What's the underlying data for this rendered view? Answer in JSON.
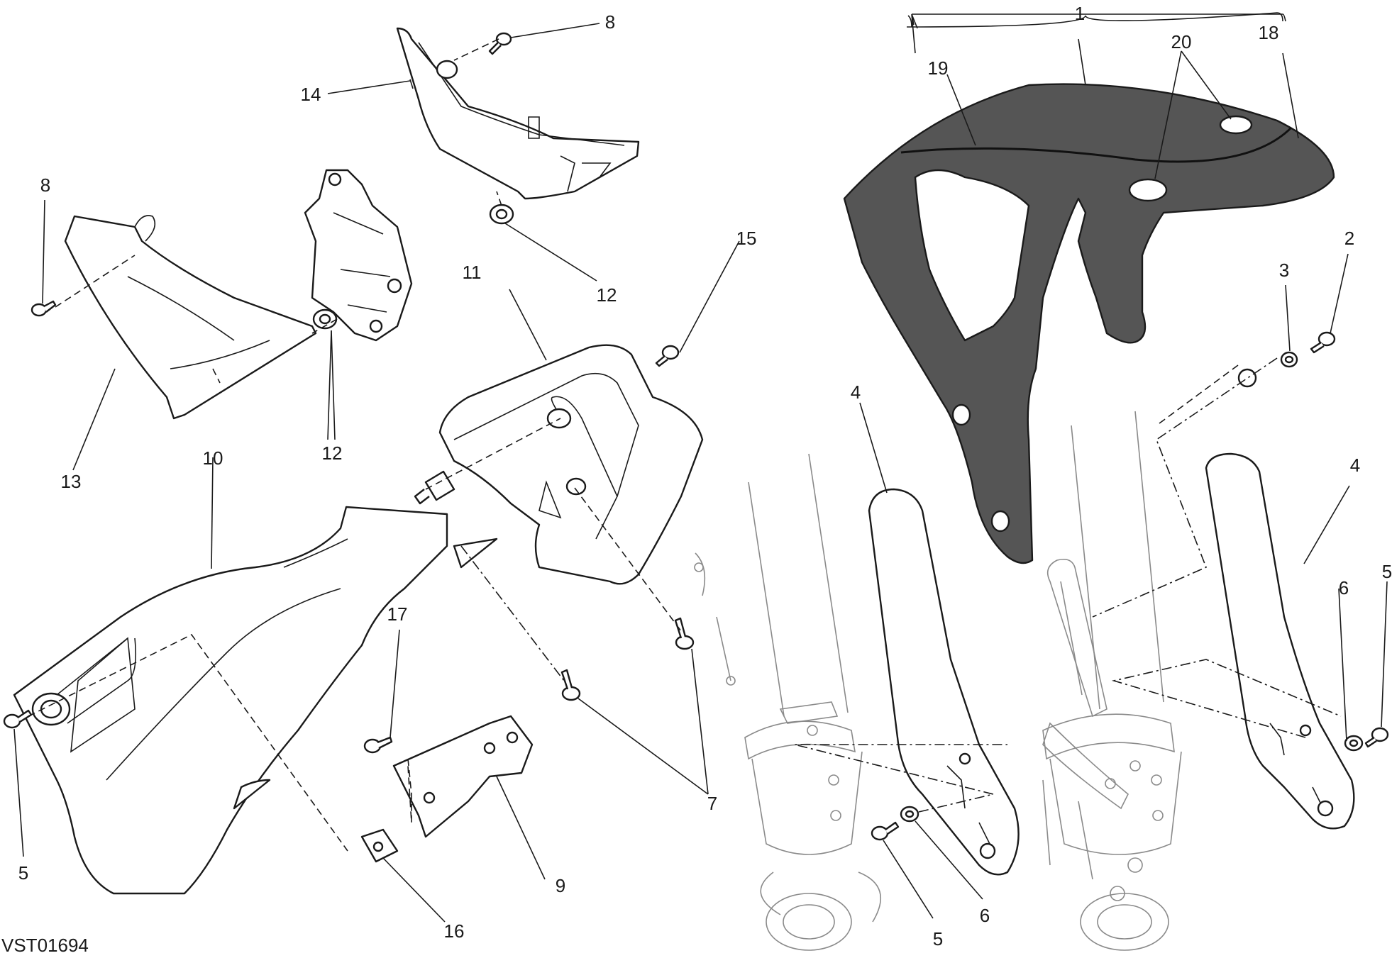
{
  "drawing_code": "VST01694",
  "callouts": {
    "c1": "1",
    "c2": "2",
    "c3": "3",
    "c4a": "4",
    "c4b": "4",
    "c5a": "5",
    "c5b": "5",
    "c5c": "5",
    "c6a": "6",
    "c6b": "6",
    "c7": "7",
    "c8a": "8",
    "c8b": "8",
    "c9": "9",
    "c10": "10",
    "c11": "11",
    "c12a": "12",
    "c12b": "12",
    "c13": "13",
    "c14": "14",
    "c15": "15",
    "c16": "16",
    "c17": "17",
    "c18": "18",
    "c19": "19",
    "c20": "20"
  }
}
